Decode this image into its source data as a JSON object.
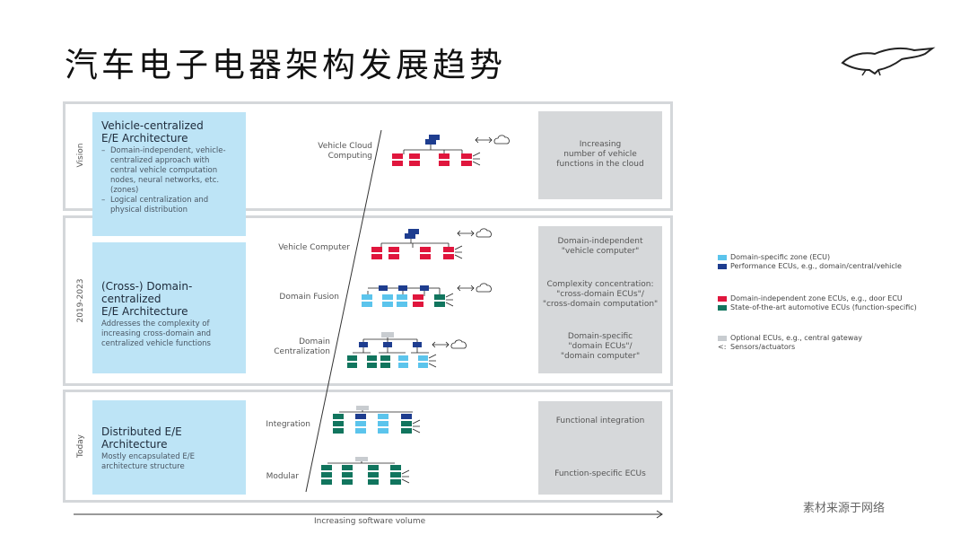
{
  "title": "汽车电子电器架构发展趋势",
  "rows": [
    {
      "label": "Vision",
      "heading": "Vehicle-centralized\nE/E Architecture",
      "bullets": [
        "Domain-independent, vehicle-centralized approach with central vehicle computation nodes, neural networks, etc. (zones)",
        "Logical centralization and physical distribution"
      ],
      "desc": ""
    },
    {
      "label": "2019-2023",
      "heading": "(Cross-) Domain-centralized\nE/E Architecture",
      "bullets": [],
      "desc": "Addresses the complexity of increasing cross-domain and centralized vehicle functions"
    },
    {
      "label": "Today",
      "heading": "Distributed E/E\nArchitecture",
      "bullets": [],
      "desc": "Mostly encapsulated E/E architecture structure"
    }
  ],
  "stages": [
    "Vehicle Cloud\nComputing",
    "Vehicle Computer",
    "Domain Fusion",
    "Domain\nCentralization",
    "Integration",
    "Modular"
  ],
  "grey_notes": [
    "Increasing\nnumber of vehicle\nfunctions in the cloud",
    "Domain-independent\n\"vehicle computer\"",
    "Complexity concentration:\n\"cross-domain ECUs\"/\n\"cross-domain computation\"",
    "Domain-specific\n\"domain ECUs\"/\n\"domain computer\"",
    "Functional integration",
    "Function-specific ECUs"
  ],
  "legend": [
    {
      "label": "Domain-specific zone (ECU)",
      "color": "#5bc4ec"
    },
    {
      "label": "Performance ECUs, e.g., domain/central/vehicle",
      "color": "#1e3d8f"
    },
    {
      "label": "Domain-independent zone ECUs, e.g., door ECU",
      "color": "#e0163d"
    },
    {
      "label": "State-of-the-art automotive ECUs (function-specific)",
      "color": "#11755e"
    },
    {
      "label": "Optional ECUs, e.g., central gateway",
      "color": "#c8ccd0"
    },
    {
      "label": "Sensors/actuators",
      "color": "#333333"
    }
  ],
  "axis_label": "Increasing software volume",
  "source": "素材来源于网络",
  "colors": {
    "light_blue": "#5bc4ec",
    "dark_blue": "#1e3d8f",
    "red": "#e0163d",
    "green": "#11755e",
    "grey": "#c8ccd0"
  }
}
